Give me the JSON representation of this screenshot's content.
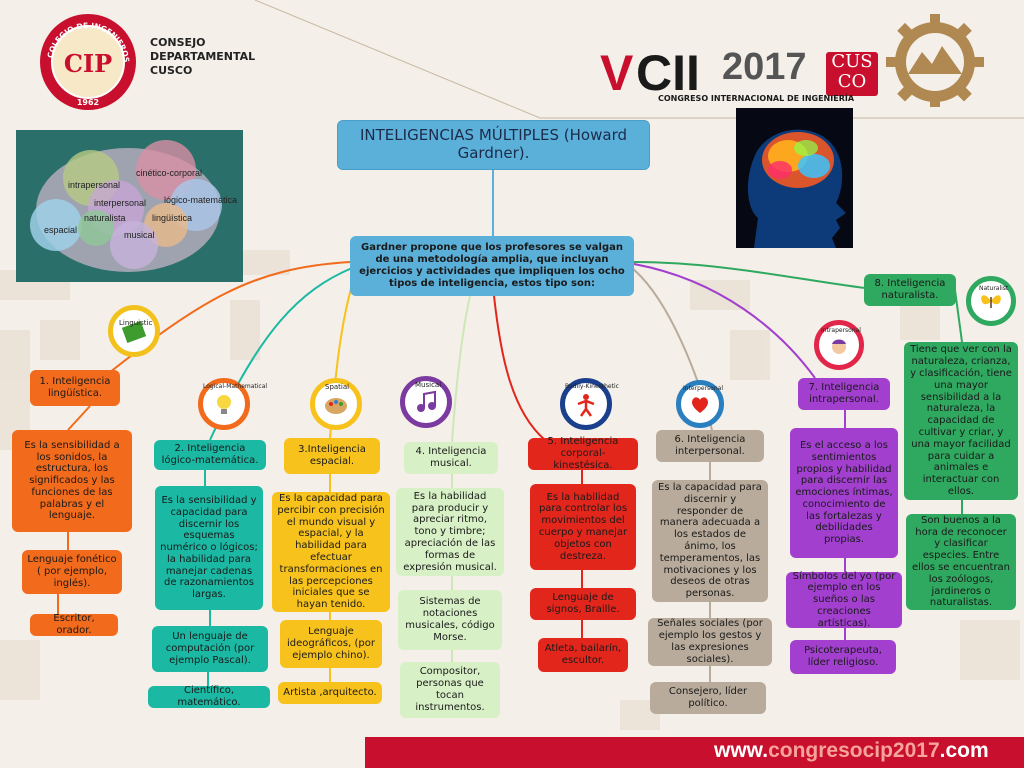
{
  "header": {
    "org_line1": "CONSEJO",
    "org_line2": "DEPARTAMENTAL",
    "org_line3": "CUSCO",
    "seal_text": "COLEGIO DE INGENIEROS DEL PERU",
    "seal_letters": "CIP",
    "seal_year": "1962",
    "event_logo_v": "V",
    "event_logo_cii": "CII",
    "event_year": "2017",
    "event_cusco_top": "CUS",
    "event_cusco_bottom": "CO",
    "event_subtitle": "CONGRESO INTERNACIONAL DE INGENIERÍA"
  },
  "brain_diagram": {
    "words": [
      "cinético-corporal",
      "intrapersonal",
      "interpersonal",
      "lógico-matemática",
      "naturalista",
      "lingüística",
      "espacial",
      "musical"
    ]
  },
  "map": {
    "title": "INTELIGENCIAS MÚLTIPLES (Howard Gardner).",
    "intro": "Gardner propone que los profesores se valgan de una metodología amplia, que incluyan ejercicios y actividades que impliquen los ocho tipos de inteligencia, estos tipo son:",
    "branches": [
      {
        "icon_label": "Linguistic",
        "heading": "1. Inteligencia lingüística.",
        "description": "Es la sensibilidad a los sonidos, la estructura, los significados y las funciones de las palabras y el lenguaje.",
        "symbol": "Lenguaje fonético ( por ejemplo, inglés).",
        "examples": "Escritor, orador."
      },
      {
        "icon_label": "Logical-Mathematical",
        "heading": "2. Inteligencia lógico-matemática.",
        "description": "Es la sensibilidad y capacidad para discernir los esquemas numérico o lógicos; la habilidad para manejar cadenas de razonamientos largas.",
        "symbol": "Un lenguaje de computación (por ejemplo Pascal).",
        "examples": "Científico, matemático."
      },
      {
        "icon_label": "Spatial",
        "heading": "3.Inteligencia espacial.",
        "description": "Es la capacidad para percibir con precisión el mundo visual y espacial, y la habilidad para efectuar transformaciones en las percepciones iniciales que se hayan tenido.",
        "symbol": "Lenguaje ideográficos, (por ejemplo chino).",
        "examples": "Artista ,arquitecto."
      },
      {
        "icon_label": "Musical",
        "heading": "4. Inteligencia musical.",
        "description": "Es la habilidad para producir y apreciar ritmo, tono y timbre; apreciación de las formas de expresión musical.",
        "symbol": "Sistemas de notaciones musicales, código Morse.",
        "examples": "Compositor, personas que tocan instrumentos."
      },
      {
        "icon_label": "Bodily-Kinesthetic",
        "heading": "5. Inteligencia corporal-kinestésica.",
        "description": "Es la habilidad para controlar los movimientos del cuerpo y manejar objetos con destreza.",
        "symbol": "Lenguaje de signos, Braille.",
        "examples": "Atleta, bailarín, escultor."
      },
      {
        "icon_label": "Interpersonal",
        "heading": "6. Inteligencia interpersonal.",
        "description": "Es la capacidad para discernir y responder de manera adecuada a los estados de ánimo, los temperamentos, las motivaciones y los deseos de otras personas.",
        "symbol": "Señales sociales (por ejemplo los gestos y las expresiones sociales).",
        "examples": "Consejero, líder político."
      },
      {
        "icon_label": "Intrapersonal",
        "heading": "7. Inteligencia intrapersonal.",
        "description": "Es el acceso a los sentimientos propios y habilidad para discernir las emociones íntimas, conocimiento de las fortalezas y debilidades propias.",
        "symbol": "Símbolos del yo (por ejemplo en los sueños o las creaciones artísticas).",
        "examples": "Psicoterapeuta, líder religioso."
      },
      {
        "icon_label": "Naturalist",
        "heading": "8. Inteligencia naturalista.",
        "description": "Tiene que ver con la naturaleza, crianza, y clasificación, tiene una mayor sensibilidad a la naturaleza, la capacidad de cultivar y criar, y una mayor facilidad para cuidar a animales e interactuar con ellos.",
        "examples": "Son buenos a la hora de reconocer y clasificar especies. Entre ellos se encuentran los zoólogos, jardineros o naturalistas."
      }
    ]
  },
  "footer": {
    "url_prefix": "www.",
    "url_highlight": "congresocip2017",
    "url_suffix": ".com"
  },
  "colors": {
    "title_blue": "#5bb0da",
    "orange": "#f26a1b",
    "teal": "#1bb8a3",
    "yellow": "#f8c21d",
    "light_green": "#d7f0c6",
    "red": "#e2261c",
    "taupe": "#b8ab9b",
    "purple": "#a23fcf",
    "green": "#2fa860",
    "footer_red": "#c8102e"
  }
}
